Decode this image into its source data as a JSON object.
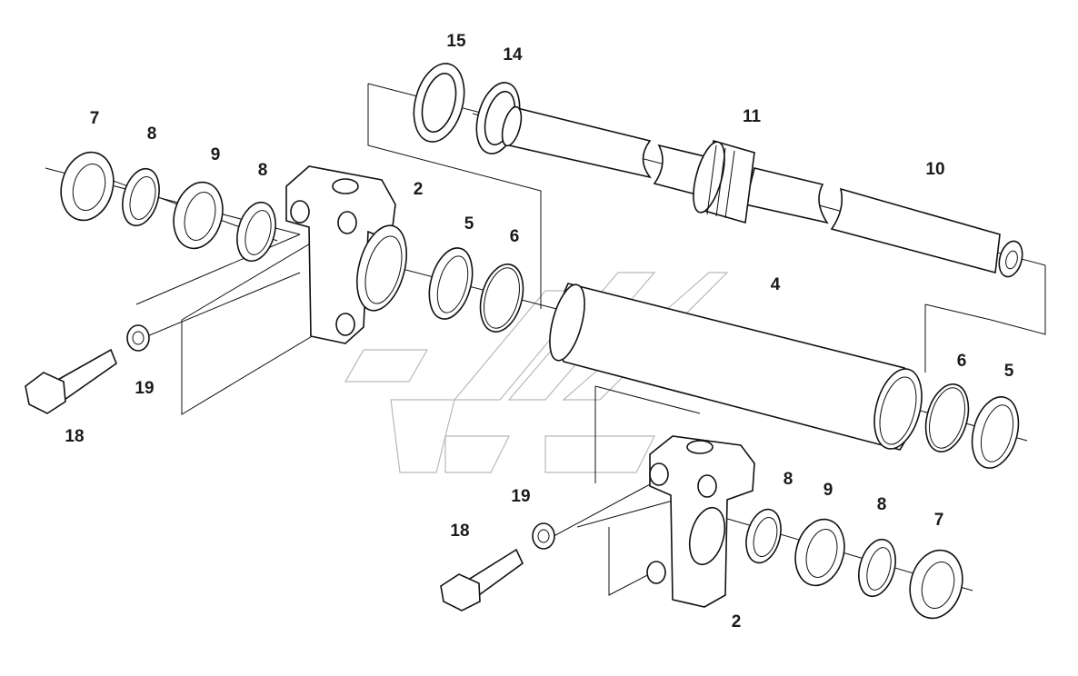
{
  "diagram": {
    "labels": {
      "l15": "15",
      "l14": "14",
      "l11": "11",
      "l10": "10",
      "l7a": "7",
      "l8a": "8",
      "l9a": "9",
      "l8b": "8",
      "l2a": "2",
      "l5a": "5",
      "l6a": "6",
      "l4": "4",
      "l19a": "19",
      "l18a": "18",
      "l6b": "6",
      "l5b": "5",
      "l8c": "8",
      "l9b": "9",
      "l8d": "8",
      "l7b": "7",
      "l19b": "19",
      "l18b": "18",
      "l2b": "2"
    }
  }
}
